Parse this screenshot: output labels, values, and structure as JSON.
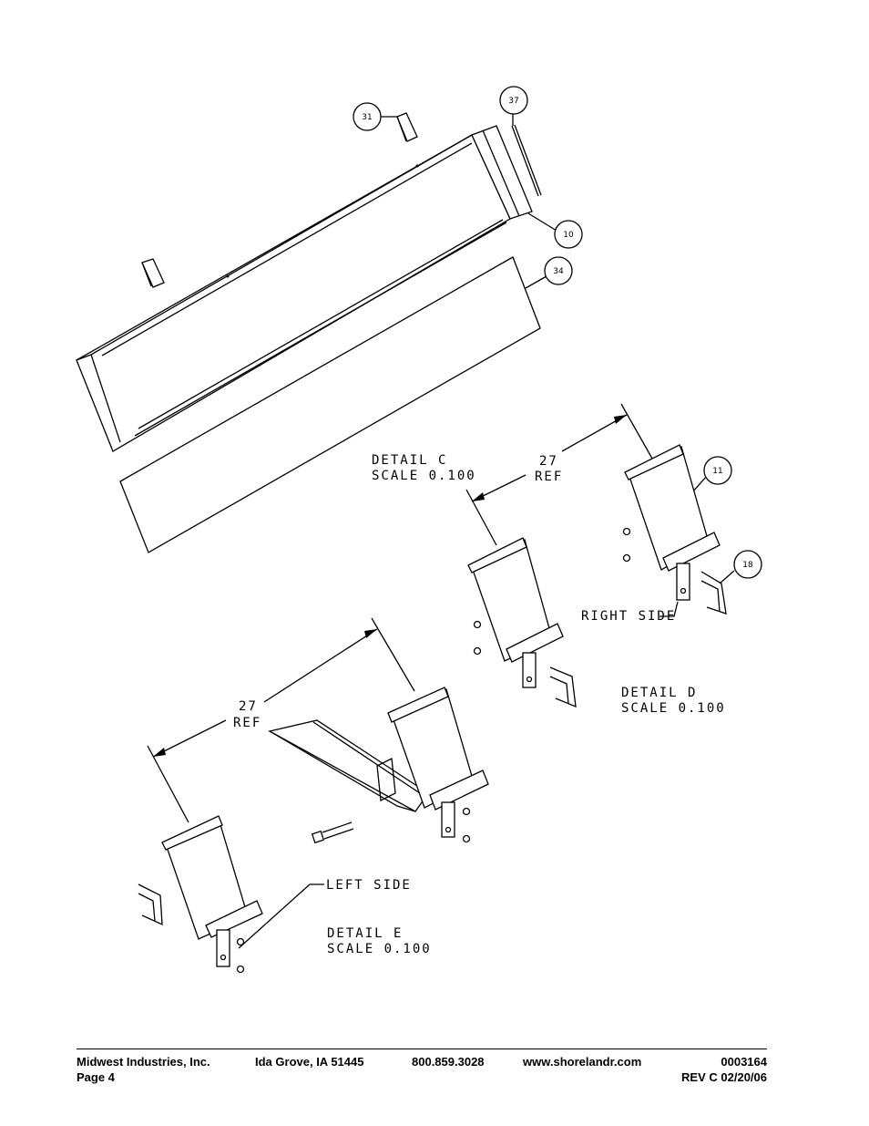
{
  "drawing": {
    "balloons": [
      {
        "id": "31"
      },
      {
        "id": "37"
      },
      {
        "id": "10"
      },
      {
        "id": "34"
      },
      {
        "id": "11"
      },
      {
        "id": "18"
      }
    ],
    "details": {
      "c": {
        "title": "DETAIL  C",
        "scale": "SCALE  0.100"
      },
      "d": {
        "title": "DETAIL  D",
        "scale": "SCALE  0.100"
      },
      "e": {
        "title": "DETAIL  E",
        "scale": "SCALE  0.100"
      }
    },
    "dimensions": {
      "right": {
        "value": "27",
        "ref": "REF"
      },
      "left": {
        "value": "27",
        "ref": "REF"
      }
    },
    "labels": {
      "right_side": "RIGHT SIDE",
      "left_side": "LEFT SIDE"
    }
  },
  "footer": {
    "company": "Midwest Industries, Inc.",
    "location": "Ida Grove, IA  51445",
    "phone": "800.859.3028",
    "website": "www.shorelandr.com",
    "doc_number": "0003164",
    "page": "Page 4",
    "revision": "REV  C  02/20/06"
  }
}
